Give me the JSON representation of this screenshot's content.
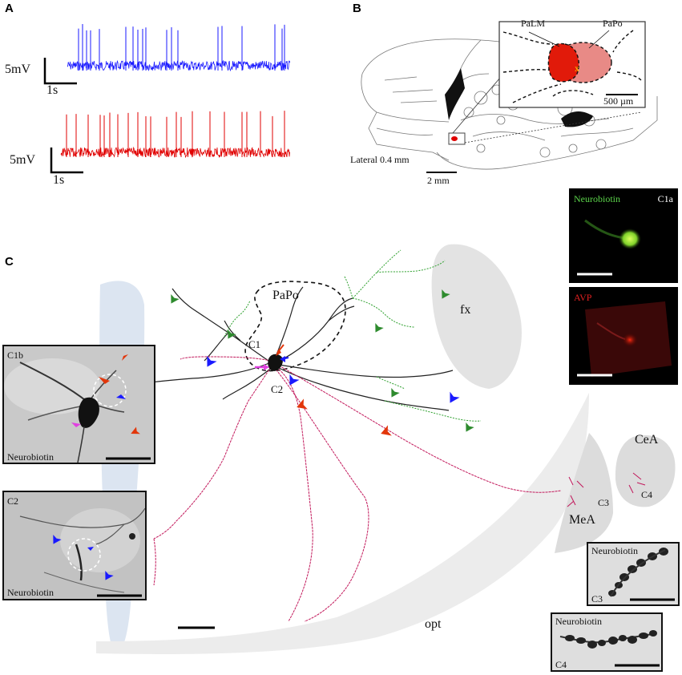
{
  "panels": {
    "a": "A",
    "b": "B",
    "c": "C"
  },
  "panel_a": {
    "scale_v_top": "5mV",
    "scale_t_top": "1s",
    "scale_v_bottom": "5mV",
    "scale_t_bottom": "1s",
    "trace_colors": [
      "#1a1aff",
      "#e00000"
    ]
  },
  "panel_b": {
    "inset_label_1": "PaLM",
    "inset_label_2": "PaPo",
    "inset_marker": "x",
    "inset_scale": "500 µm",
    "lateral": "Lateral 0.4 mm",
    "scale": "2 mm"
  },
  "fluorescence": {
    "top_stain": "Neurobiotin",
    "top_id": "C1a",
    "bottom_stain": "AVP"
  },
  "panel_c": {
    "papo": "PaPo",
    "fx": "fx",
    "c1": "C1",
    "c2": "C2",
    "cea": "CeA",
    "mea": "MeA",
    "c3": "C3",
    "c4": "C4",
    "opt": "opt"
  },
  "insets": {
    "c1b_id": "C1b",
    "c1b_stain": "Neurobiotin",
    "c2_id": "C2",
    "c2_stain": "Neurobiotin",
    "c3_stain": "Neurobiotin",
    "c3_id": "C3",
    "c4_stain": "Neurobiotin",
    "c4_id": "C4"
  }
}
